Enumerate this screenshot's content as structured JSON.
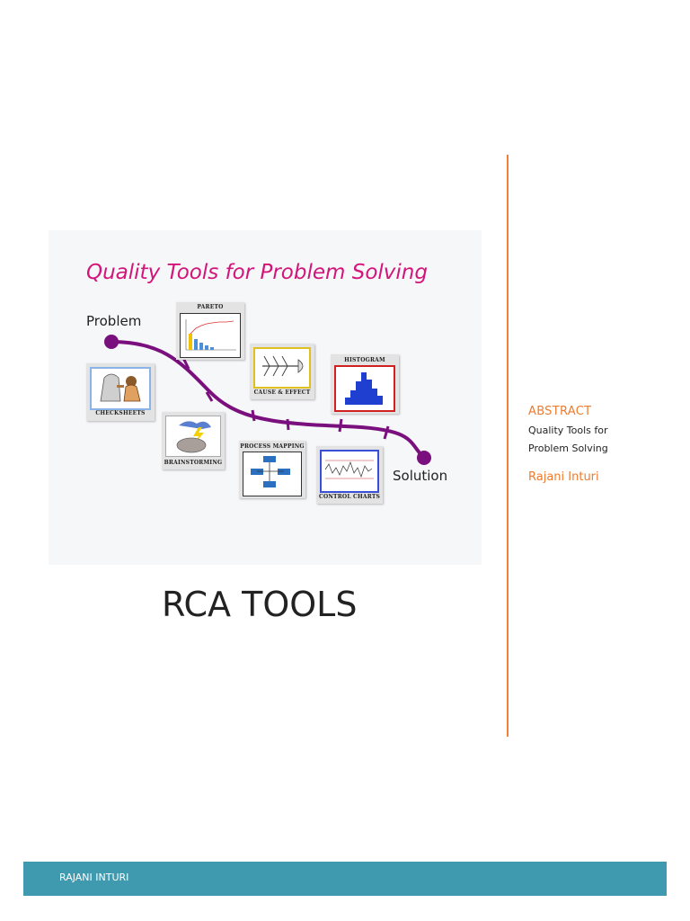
{
  "figure": {
    "title": "Quality Tools for Problem Solving",
    "start_label": "Problem",
    "end_label": "Solution",
    "tools": [
      {
        "caption": "PARETO"
      },
      {
        "caption": "CHECKSHEETS"
      },
      {
        "caption": "CAUSE & EFFECT"
      },
      {
        "caption": "HISTOGRAM"
      },
      {
        "caption": "BRAINSTORMING"
      },
      {
        "caption": "PROCESS MAPPING"
      },
      {
        "caption": "CONTROL CHARTS"
      }
    ],
    "colors": {
      "title": "#d1157a",
      "path": "#7a0f7e"
    }
  },
  "document": {
    "title": "RCA TOOLS"
  },
  "sidebar": {
    "heading": "ABSTRACT",
    "abstract": "Quality Tools for Problem Solving",
    "author": "Rajani Inturi",
    "colors": {
      "accent": "#ee7b2f",
      "rule": "#f07f3c"
    }
  },
  "footer": {
    "text": "RAJANI INTURI",
    "color": "#3f9ab0"
  }
}
